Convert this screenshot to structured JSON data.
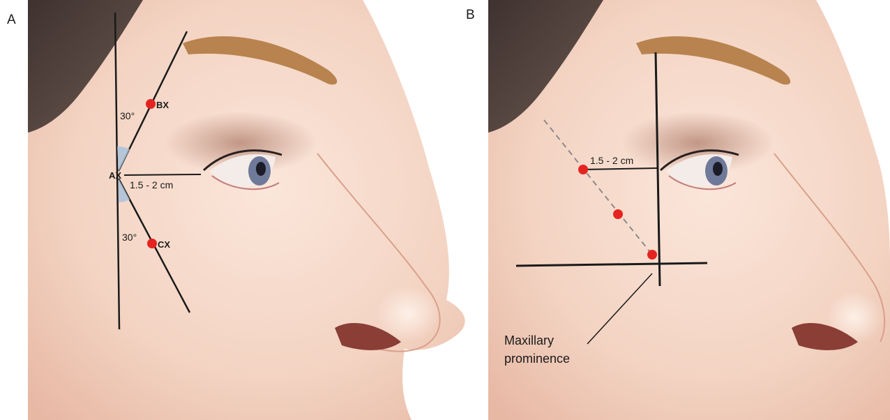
{
  "panel_a": {
    "letter": "A",
    "angle_upper": "30°",
    "angle_lower": "30°",
    "point_a": "AX",
    "point_b": "BX",
    "point_c": "CX",
    "distance": "1.5 - 2 cm"
  },
  "panel_b": {
    "letter": "B",
    "distance": "1.5 - 2 cm",
    "callout_line1": "Maxillary",
    "callout_line2": "prominence"
  },
  "colors": {
    "marker": "#e52421",
    "line": "#1a1a1a",
    "skin": "#f3d3c3",
    "hair": "#5e4a43",
    "brow": "#b8834f",
    "iris": "#6f7a9a",
    "angle_wedge": "#aac3da"
  }
}
